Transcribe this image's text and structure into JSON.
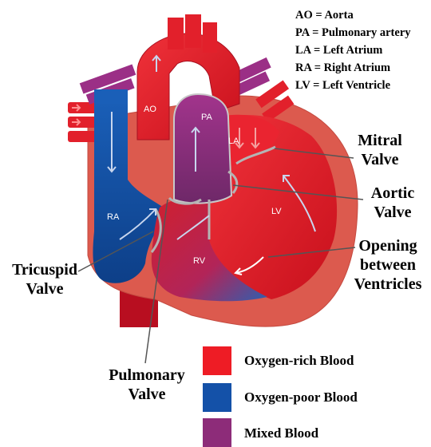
{
  "abbreviations": [
    "AO = Aorta",
    "PA = Pulmonary artery",
    "LA = Left Atrium",
    "RA = Right Atrium",
    "LV = Left Ventricle"
  ],
  "chambers": {
    "ao": "AO",
    "pa": "PA",
    "la": "LA",
    "ra": "RA",
    "lv": "LV",
    "rv": "RV"
  },
  "callouts": {
    "mitral_1": "Mitral",
    "mitral_2": "Valve",
    "aortic_1": "Aortic",
    "aortic_2": "Valve",
    "opening_1": "Opening",
    "opening_2": "between",
    "opening_3": "Ventricles",
    "tricuspid_1": "Tricuspid",
    "tricuspid_2": "Valve",
    "pulmonary_1": "Pulmonary",
    "pulmonary_2": "Valve"
  },
  "legend": [
    {
      "label": "Oxygen-rich Blood",
      "color": "#ee1c25"
    },
    {
      "label": "Oxygen-poor Blood",
      "color": "#1451a8"
    },
    {
      "label": "Mixed Blood",
      "color": "#8d2c79"
    }
  ],
  "colors": {
    "oxygen_rich": "#e0202a",
    "oxygen_poor": "#1451a8",
    "mixed": "#8d2c79",
    "heart_wall": "#d9564c",
    "valve": "#b4b4b4"
  }
}
